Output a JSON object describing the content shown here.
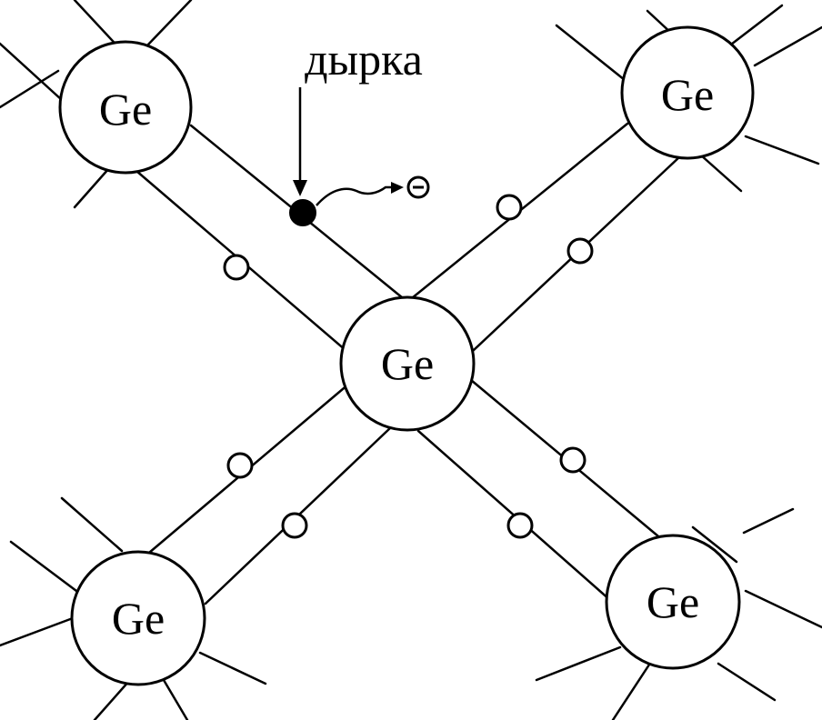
{
  "diagram": {
    "atoms": [
      {
        "id": "top-left",
        "label": "Ge"
      },
      {
        "id": "top-right",
        "label": "Ge"
      },
      {
        "id": "center",
        "label": "Ge"
      },
      {
        "id": "bottom-left",
        "label": "Ge"
      },
      {
        "id": "bottom-right",
        "label": "Ge"
      }
    ],
    "hole_label": "дырка"
  }
}
